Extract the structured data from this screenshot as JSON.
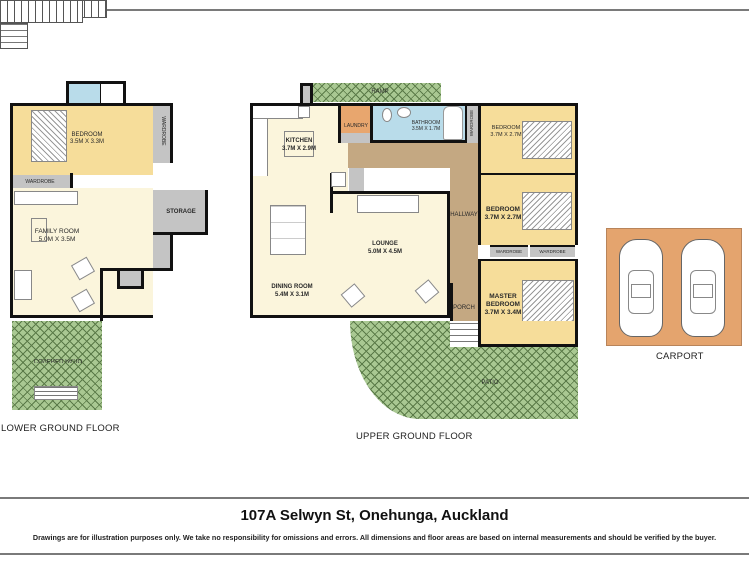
{
  "document": {
    "address": "107A Selwyn St, Onehunga, Auckland",
    "disclaimer": "Drawings are for illustration purposes only. We take no responsibility for omissions and errors.  All dimensions and floor areas are based on internal measurements and should be verified by the buyer."
  },
  "floors": {
    "lower": {
      "title": "LOWER GROUND FLOOR",
      "rooms": {
        "bedroom": {
          "name": "BEDROOM",
          "size": "3.5m x 3.3m"
        },
        "wardrobe_right": {
          "name": "WARDROBE"
        },
        "wardrobe_left": {
          "name": "WARDROBE"
        },
        "storage": {
          "name": "STORAGE"
        },
        "family_room": {
          "name": "FAMILY ROOM",
          "size": "5.0m x 3.5m"
        },
        "covered_patio": {
          "name": "COVERED PATIO"
        }
      }
    },
    "upper": {
      "title": "UPPER GROUND FLOOR",
      "rooms": {
        "ramp": {
          "name": "RAMP"
        },
        "kitchen": {
          "name": "KITCHEN",
          "size": "3.7m x 2.9m"
        },
        "laundry": {
          "name": "LAUNDRY"
        },
        "bathroom": {
          "name": "BATHROOM",
          "size": "3.5m x 1.7m"
        },
        "wardrobe_bath": {
          "name": "WARDROBE"
        },
        "bedroom1": {
          "name": "BEDROOM",
          "size": "3.7m x 2.7m"
        },
        "bedroom2": {
          "name": "BEDROOM",
          "size": "3.7m x 2.7m"
        },
        "hallway": {
          "name": "HALLWAY"
        },
        "wardrobe_a": {
          "name": "WARDROBE"
        },
        "wardrobe_b": {
          "name": "WARDROBE"
        },
        "lounge": {
          "name": "LOUNGE",
          "size": "5.0m x 4.5m"
        },
        "dining_room": {
          "name": "DINING ROOM",
          "size": "5.4m x 3.1m"
        },
        "porch": {
          "name": "PORCH"
        },
        "master_bedroom": {
          "name": "MASTER BEDROOM",
          "name_line1": "MASTER",
          "name_line2": "BEDROOM",
          "size": "3.7m x 3.4m"
        },
        "patio": {
          "name": "PATIO"
        }
      }
    },
    "carport": {
      "title": "CARPORT"
    }
  },
  "colors": {
    "bedroom_fill": "#f6dd9a",
    "living_fill": "#fbf5dc",
    "hallway_fill": "#c4a882",
    "bathroom_fill": "#b9dcea",
    "laundry_fill": "#e8a66e",
    "storage_fill": "#c4c4c4",
    "patio_fill": "#a9c892",
    "carport_fill": "#e4a46e",
    "wall": "#111111",
    "rule": "#7a7a7a"
  }
}
